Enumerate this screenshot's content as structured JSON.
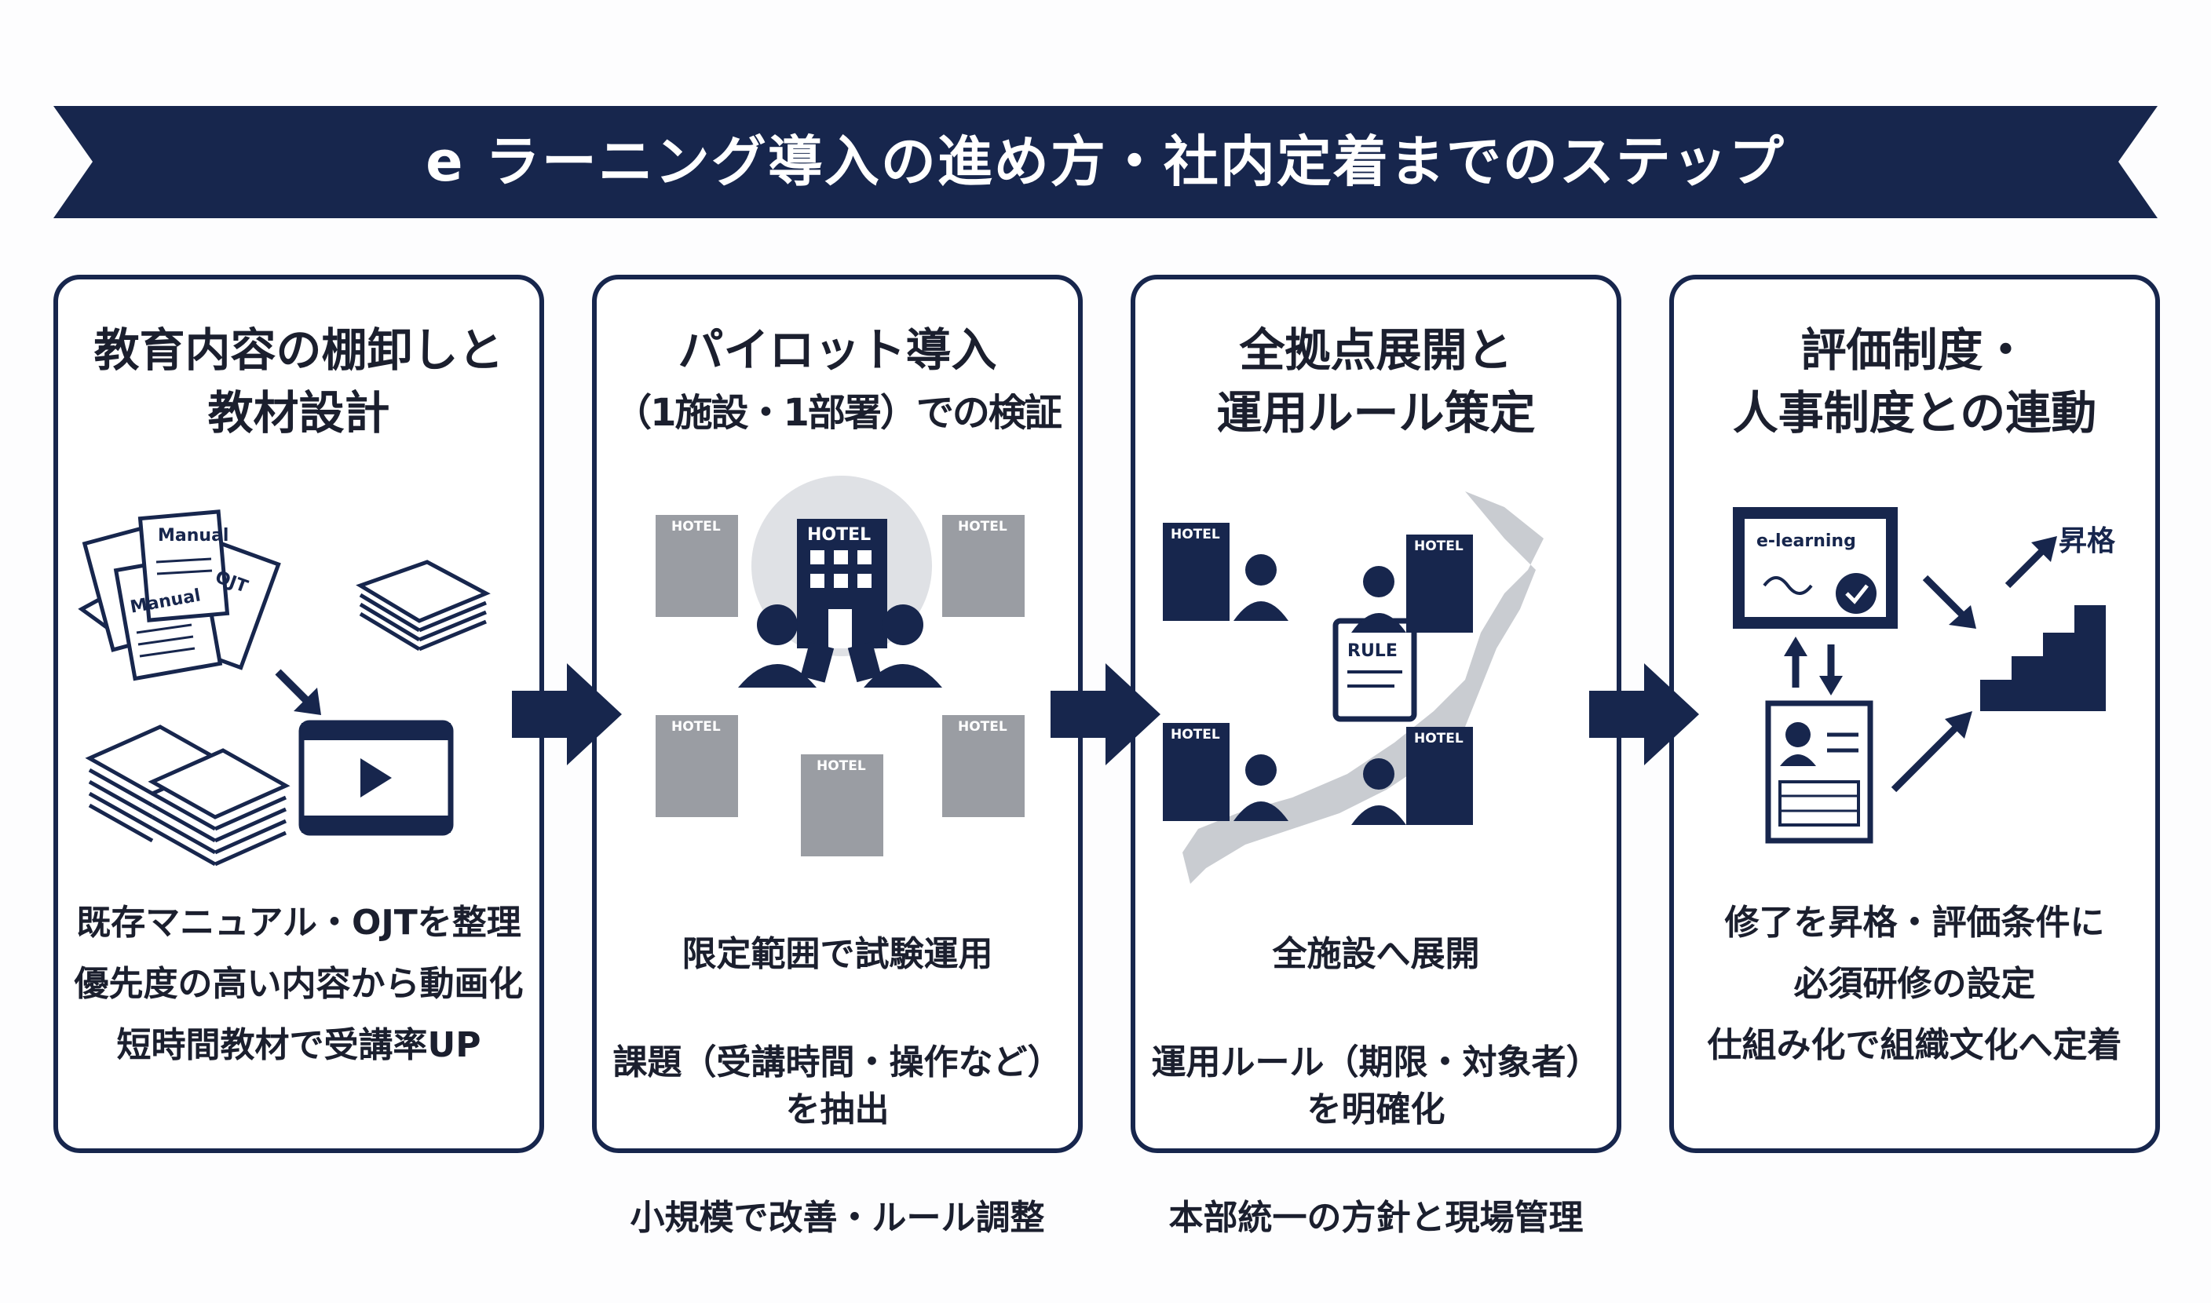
{
  "header": {
    "title": "e ラーニング導入の進め方・社内定着までのステップ"
  },
  "colors": {
    "navy": "#17264d",
    "gray": "#9a9da3",
    "background": "#fdfdfe"
  },
  "steps": [
    {
      "title": [
        "教育内容の棚卸しと",
        "教材設計"
      ],
      "illustration": {
        "labels": [
          "Manual",
          "OJT",
          "Manual"
        ],
        "icons": [
          "documents-icon",
          "stack-icon",
          "video-player-icon"
        ]
      },
      "items": [
        "既存マニュアル・OJTを整理",
        "優先度の高い内容から動画化",
        "短時間教材で受講率UP"
      ]
    },
    {
      "title": [
        "パイロット導入",
        "（1施設・1部署）での検証"
      ],
      "illustration": {
        "labels": [
          "HOTEL",
          "HOTEL",
          "HOTEL",
          "HOTEL",
          "HOTEL",
          "HOTEL"
        ],
        "icons": [
          "hotel-icon",
          "staff-tablet-icon"
        ]
      },
      "items": [
        "限定範囲で試験運用",
        "課題（受講時間・操作など）\nを抽出",
        "小規模で改善・ルール調整"
      ]
    },
    {
      "title": [
        "全拠点展開と",
        "運用ルール策定"
      ],
      "illustration": {
        "labels": [
          "HOTEL",
          "HOTEL",
          "HOTEL",
          "HOTEL",
          "RULE"
        ],
        "icons": [
          "japan-map-icon",
          "hotel-icon",
          "rule-book-icon"
        ]
      },
      "items": [
        "全施設へ展開",
        "運用ルール（期限・対象者）\nを明確化",
        "本部統一の方針と現場管理"
      ]
    },
    {
      "title": [
        "評価制度・",
        "人事制度との連動"
      ],
      "illustration": {
        "labels": [
          "e-learning",
          "昇格"
        ],
        "icons": [
          "certificate-icon",
          "profile-card-icon",
          "stairs-icon"
        ]
      },
      "items": [
        "修了を昇格・評価条件に",
        "必須研修の設定",
        "仕組み化で組織文化へ定着"
      ]
    }
  ]
}
